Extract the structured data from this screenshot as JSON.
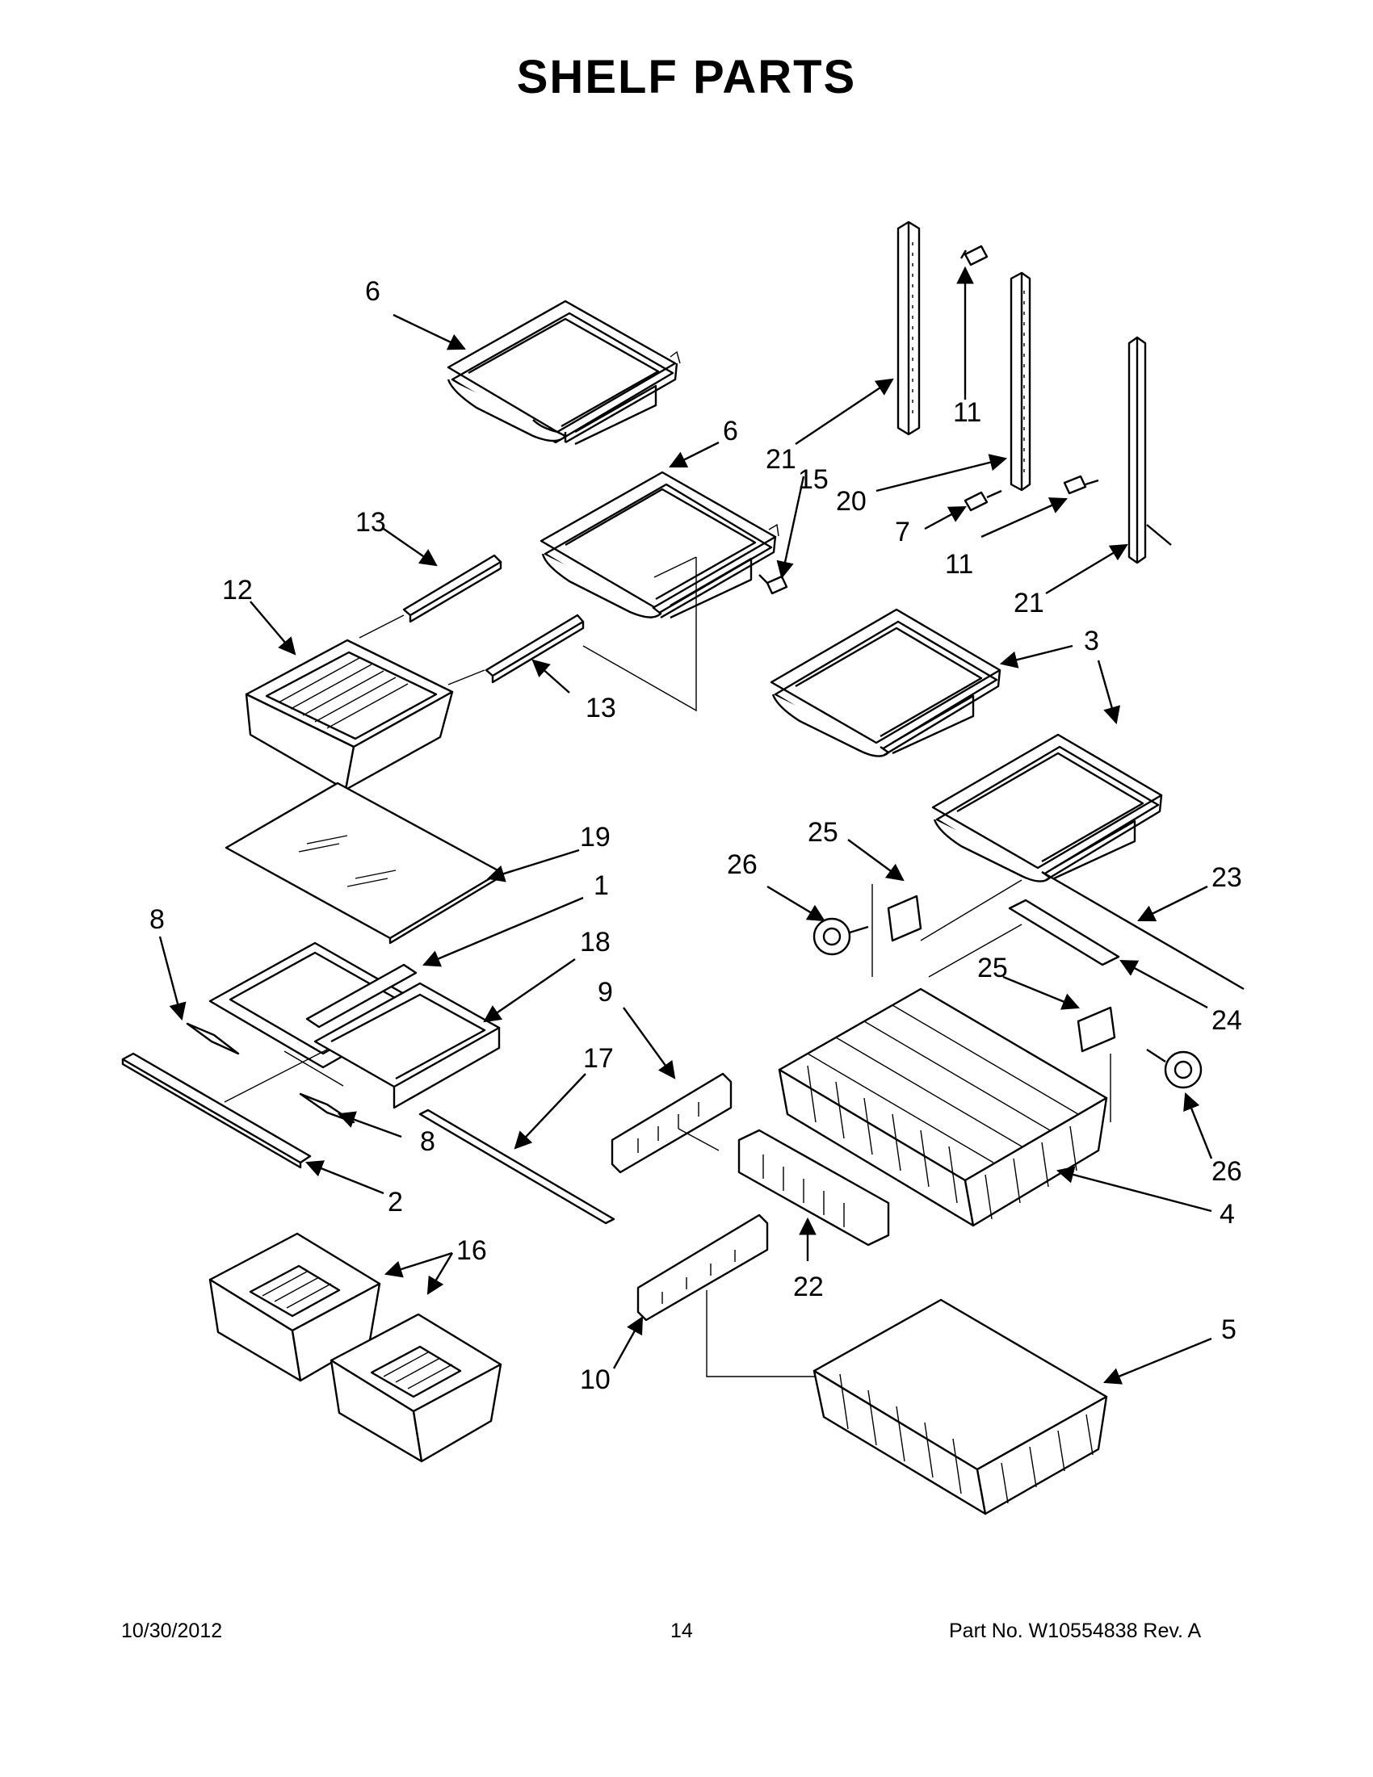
{
  "title": "SHELF  PARTS",
  "footer": {
    "date": "10/30/2012",
    "page": "14",
    "part_number": "Part No.  W10554838  Rev.  A"
  },
  "callouts": {
    "c1": "1",
    "c2": "2",
    "c3": "3",
    "c4": "4",
    "c5": "5",
    "c6a": "6",
    "c6b": "6",
    "c7": "7",
    "c8a": "8",
    "c8b": "8",
    "c9": "9",
    "c10": "10",
    "c11a": "11",
    "c11b": "11",
    "c12": "12",
    "c13a": "13",
    "c13b": "13",
    "c15": "15",
    "c16": "16",
    "c17": "17",
    "c18": "18",
    "c19": "19",
    "c20": "20",
    "c21a": "21",
    "c21b": "21",
    "c22": "22",
    "c23": "23",
    "c24": "24",
    "c25a": "25",
    "c25b": "25",
    "c26a": "26",
    "c26b": "26"
  }
}
